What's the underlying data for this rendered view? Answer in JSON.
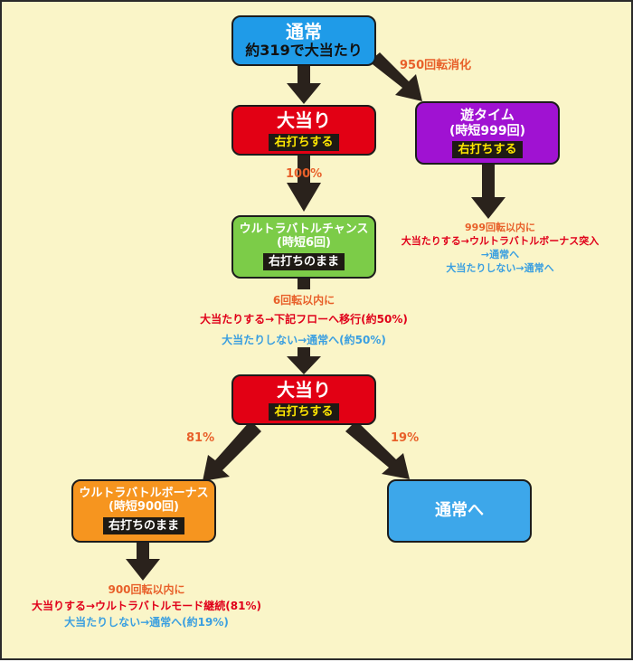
{
  "nodes": {
    "normal": {
      "title": "通常",
      "subtitle": "約319で大当たり"
    },
    "hit1": {
      "title": "大当り",
      "tag": "右打ちする"
    },
    "asobi": {
      "title": "遊タイム",
      "subtitle": "(時短999回)",
      "tag": "右打ちする"
    },
    "chance": {
      "title": "ウルトラバトルチャンス",
      "subtitle": "(時短6回)",
      "tag": "右打ちのまま"
    },
    "hit2": {
      "title": "大当り",
      "tag": "右打ちする"
    },
    "bonus": {
      "title": "ウルトラバトルボーナス",
      "subtitle": "(時短900回)",
      "tag": "右打ちのまま"
    },
    "to_normal": {
      "title": "通常へ"
    }
  },
  "labels": {
    "spins_950": "950回転消化",
    "pct_100": "100%",
    "pct_81": "81%",
    "pct_19": "19%"
  },
  "notes": {
    "asobi": {
      "line1": "999回転以内に",
      "line2": "大当たりする→ウルトラバトルボーナス突入",
      "line3": "→通常へ",
      "line4": "大当たりしない→通常へ"
    },
    "chance": {
      "line1": "6回転以内に",
      "line2": "大当たりする→下記フローへ移行(約50%)",
      "line3": "大当たりしない→通常へ(約50%)"
    },
    "bonus": {
      "line1": "900回転以内に",
      "line2": "大当りする→ウルトラバトルモード継続(81%)",
      "line3": "大当たりしない→通常へ(約19%)"
    }
  },
  "colors": {
    "background": "#faf5c8",
    "normal": "#1f9be8",
    "hit": "#e20014",
    "asobi": "#a012d2",
    "chance": "#7ccc48",
    "bonus": "#f6951f",
    "to_normal": "#3da7ea",
    "arrow": "#2a221c"
  }
}
